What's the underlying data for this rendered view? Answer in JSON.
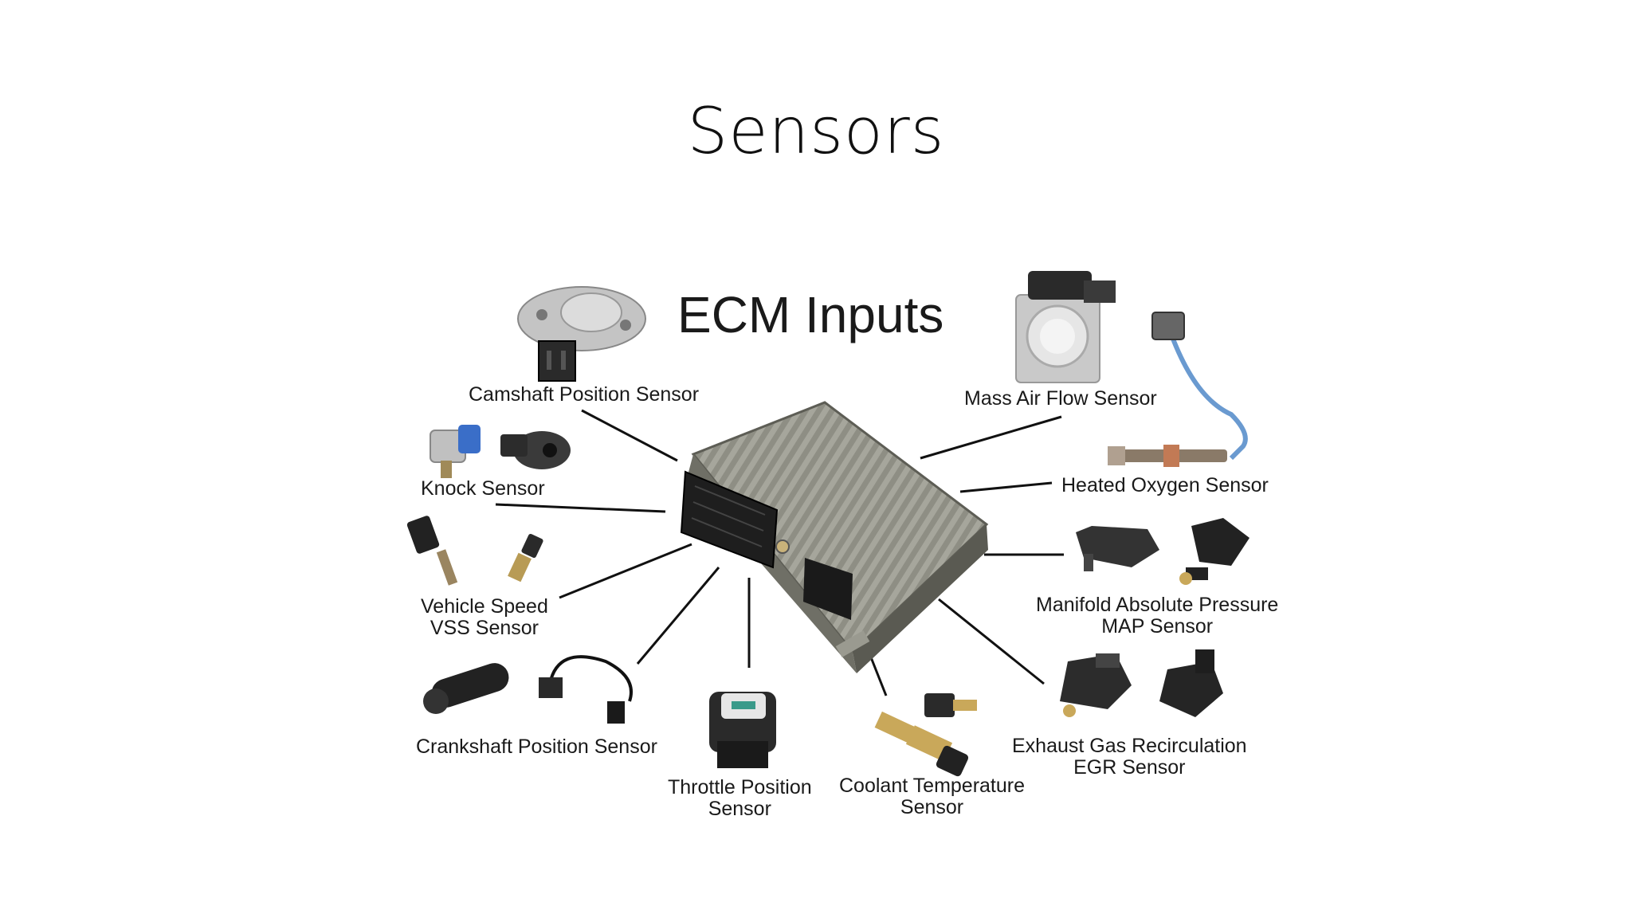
{
  "slide": {
    "title": "Sensors"
  },
  "diagram": {
    "heading": "ECM Inputs",
    "components": {
      "ecm": "ECM module",
      "sensors": [
        {
          "id": "camshaft",
          "lines": [
            "Camshaft Position Sensor"
          ]
        },
        {
          "id": "knock",
          "lines": [
            "Knock Sensor"
          ]
        },
        {
          "id": "vss",
          "lines": [
            "Vehicle Speed",
            "VSS Sensor"
          ]
        },
        {
          "id": "crankshaft",
          "lines": [
            "Crankshaft Position Sensor"
          ]
        },
        {
          "id": "throttle",
          "lines": [
            "Throttle Position",
            "Sensor"
          ]
        },
        {
          "id": "coolant",
          "lines": [
            "Coolant Temperature",
            "Sensor"
          ]
        },
        {
          "id": "egr",
          "lines": [
            "Exhaust Gas Recirculation",
            "EGR Sensor"
          ]
        },
        {
          "id": "map",
          "lines": [
            "Manifold Absolute Pressure",
            "MAP Sensor"
          ]
        },
        {
          "id": "oxygen",
          "lines": [
            "Heated Oxygen Sensor"
          ]
        },
        {
          "id": "maf",
          "lines": [
            "Mass Air Flow Sensor"
          ]
        }
      ]
    }
  },
  "colors": {
    "ecm_body": "#8a8a80",
    "connector": "#1e1e1e",
    "oxygen_wire": "#6a9ad0",
    "knock_blue": "#3a6ec8"
  }
}
